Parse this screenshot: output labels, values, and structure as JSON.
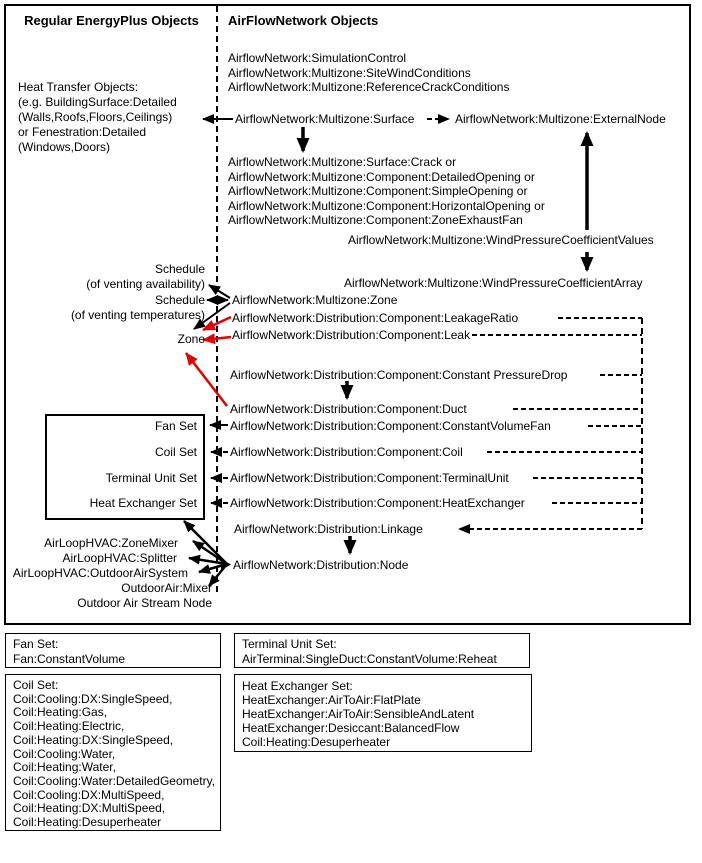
{
  "titles": {
    "left": "Regular EnergyPlus Objects",
    "right": "AirFlowNetwork Objects"
  },
  "left_column": {
    "heat_transfer": [
      "Heat Transfer Objects:",
      "(e.g. BuildingSurface:Detailed",
      "(Walls,Roofs,Floors,Ceilings)",
      "or Fenestration:Detailed",
      "(Windows,Doors)"
    ],
    "schedule_availability_1": "Schedule",
    "schedule_availability_2": "(of venting availability)",
    "schedule_temperature_1": "Schedule",
    "schedule_temperature_2": "(of venting temperatures)",
    "zone": "Zone",
    "equipment_box": {
      "fan_set": "Fan Set",
      "coil_set": "Coil Set",
      "terminal_unit_set": "Terminal Unit Set",
      "heat_exchanger_set": "Heat Exchanger Set"
    },
    "hvac_objects": [
      "AirLoopHVAC:ZoneMixer",
      "AirLoopHVAC:Splitter",
      "AirLoopHVAC:OutdoorAirSystem",
      "OutdoorAir:Mixer",
      "Outdoor Air Stream Node"
    ]
  },
  "airflow_network": {
    "control_objects": [
      "AirflowNetwork:SimulationControl",
      "AirflowNetwork:Multizone:SiteWindConditions",
      "AirflowNetwork:Multizone:ReferenceCrackConditions"
    ],
    "surface": "AirflowNetwork:Multizone:Surface",
    "external_node": "AirflowNetwork:Multizone:ExternalNode",
    "surface_components": [
      "AirflowNetwork:Multizone:Surface:Crack or",
      "AirflowNetwork:Multizone:Component:DetailedOpening or",
      "AirflowNetwork:Multizone:Component:SimpleOpening or",
      "AirflowNetwork:Multizone:Component:HorizontalOpening or",
      "AirflowNetwork:Multizone:Component:ZoneExhaustFan"
    ],
    "wpc_values": "AirflowNetwork:Multizone:WindPressureCoefficientValues",
    "wpc_array": "AirflowNetwork:Multizone:WindPressureCoefficientArray",
    "multizone_zone": "AirflowNetwork:Multizone:Zone",
    "leakage_ratio": "AirflowNetwork:Distribution:Component:LeakageRatio",
    "leak": "AirflowNetwork:Distribution:Component:Leak",
    "constant_pressure_drop": "AirflowNetwork:Distribution:Component:Constant PressureDrop",
    "duct": "AirflowNetwork:Distribution:Component:Duct",
    "constant_volume_fan": "AirflowNetwork:Distribution:Component:ConstantVolumeFan",
    "coil": "AirflowNetwork:Distribution:Component:Coil",
    "terminal_unit": "AirflowNetwork:Distribution:Component:TerminalUnit",
    "heat_exchanger": "AirflowNetwork:Distribution:Component:HeatExchanger",
    "linkage": "AirflowNetwork:Distribution:Linkage",
    "node": "AirflowNetwork:Distribution:Node"
  },
  "legend_boxes": {
    "fan_set": {
      "title": "Fan Set:",
      "items": [
        "Fan:ConstantVolume"
      ]
    },
    "coil_set": {
      "title": "Coil Set:",
      "items": [
        "Coil:Cooling:DX:SingleSpeed,",
        "Coil:Heating:Gas,",
        "Coil:Heating:Electric,",
        "Coil:Heating:DX:SingleSpeed,",
        "Coil:Cooling:Water,",
        "Coil:Heating:Water,",
        "Coil:Cooling:Water:DetailedGeometry,",
        "Coil:Cooling:DX:MultiSpeed,",
        "Coil:Heating:DX:MultiSpeed,",
        "Coil:Heating:Desuperheater"
      ]
    },
    "terminal_unit_set": {
      "title": "Terminal Unit Set:",
      "items": [
        "AirTerminal:SingleDuct:ConstantVolume:Reheat"
      ]
    },
    "heat_exchanger_set": {
      "title": "Heat Exchanger Set:",
      "items": [
        "HeatExchanger:AirToAir:FlatPlate",
        "HeatExchanger:AirToAir:SensibleAndLatent",
        "HeatExchanger:Desiccant:BalancedFlow",
        "Coil:Heating:Desuperheater"
      ]
    }
  },
  "colors": {
    "line_black": "#000000",
    "line_red": "#e60000",
    "background": "#ffffff"
  }
}
